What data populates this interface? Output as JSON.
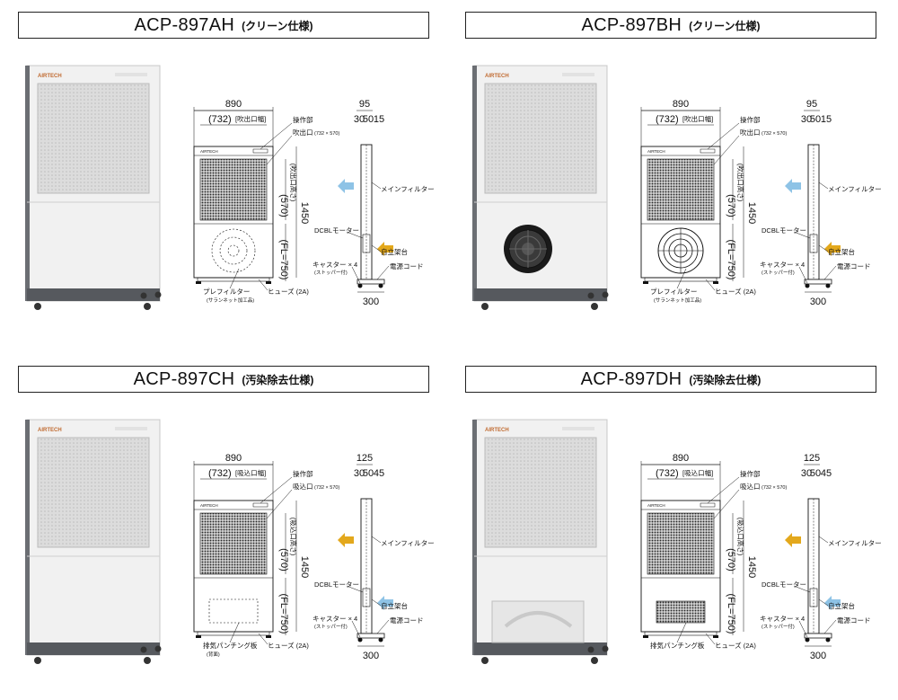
{
  "panels": [
    {
      "model": "ACP-897AH",
      "spec": "(クリーン仕様)",
      "brand": "AIRTECH",
      "variant": "A",
      "width_dim": "890",
      "outlet_dim": "(732)",
      "outlet_label": "[吹出口幅]",
      "control_label": "操作部",
      "port_label": "吹出口",
      "port_size": "(732 × 570)",
      "port_height_label": "(吹出口高さ)",
      "dim_570": "(570)",
      "dim_1450": "1450",
      "dim_fl": "(FL=750)",
      "side_total": "95",
      "side_parts": [
        "30",
        "50",
        "15"
      ],
      "main_filter": "メインフィルター",
      "motor": "DCBLモーター",
      "stand": "自立架台",
      "caster": "キャスター × 4",
      "stopper": "(ストッパー付)",
      "cord": "電源コード",
      "base_dim": "300",
      "bottom_label": "プレフィルター",
      "bottom_sub": "(サランネット加工品)",
      "fuse": "ヒューズ (2A)",
      "arrow_top_color": "#8ec3e6",
      "arrow_bottom_color": "#e3a81c"
    },
    {
      "model": "ACP-897BH",
      "spec": "(クリーン仕様)",
      "brand": "AIRTECH",
      "variant": "B",
      "width_dim": "890",
      "outlet_dim": "(732)",
      "outlet_label": "[吹出口幅]",
      "control_label": "操作部",
      "port_label": "吹出口",
      "port_size": "(732 × 570)",
      "port_height_label": "(吹出口高さ)",
      "dim_570": "(570)",
      "dim_1450": "1450",
      "dim_fl": "(FL=750)",
      "side_total": "95",
      "side_parts": [
        "30",
        "50",
        "15"
      ],
      "main_filter": "メインフィルター",
      "motor": "DCBLモーター",
      "stand": "自立架台",
      "caster": "キャスター × 4",
      "stopper": "(ストッパー付)",
      "cord": "電源コード",
      "base_dim": "300",
      "bottom_label": "プレフィルター",
      "bottom_sub": "(サランネット加工品)",
      "fuse": "ヒューズ (2A)",
      "arrow_top_color": "#8ec3e6",
      "arrow_bottom_color": "#e3a81c"
    },
    {
      "model": "ACP-897CH",
      "spec": "(汚染除去仕様)",
      "brand": "AIRTECH",
      "variant": "C",
      "width_dim": "890",
      "outlet_dim": "(732)",
      "outlet_label": "[吸込口幅]",
      "control_label": "操作部",
      "port_label": "吸込口",
      "port_size": "(732 × 570)",
      "port_height_label": "(吸込口高さ)",
      "dim_570": "(570)",
      "dim_1450": "1450",
      "dim_fl": "(FL=750)",
      "side_total": "125",
      "side_parts": [
        "30",
        "50",
        "45"
      ],
      "main_filter": "メインフィルター",
      "motor": "DCBLモーター",
      "stand": "自立架台",
      "caster": "キャスター × 4",
      "stopper": "(ストッパー付)",
      "cord": "電源コード",
      "base_dim": "300",
      "bottom_label": "排気パンチング板",
      "bottom_sub": "(背面)",
      "fuse": "ヒューズ (2A)",
      "arrow_top_color": "#e3a81c",
      "arrow_bottom_color": "#8ec3e6"
    },
    {
      "model": "ACP-897DH",
      "spec": "(汚染除去仕様)",
      "brand": "AIRTECH",
      "variant": "D",
      "width_dim": "890",
      "outlet_dim": "(732)",
      "outlet_label": "[吸込口幅]",
      "control_label": "操作部",
      "port_label": "吸込口",
      "port_size": "(732 × 570)",
      "port_height_label": "(吸込口高さ)",
      "dim_570": "(570)",
      "dim_1450": "1450",
      "dim_fl": "(FL=750)",
      "side_total": "125",
      "side_parts": [
        "30",
        "50",
        "45"
      ],
      "main_filter": "メインフィルター",
      "motor": "DCBLモーター",
      "stand": "自立架台",
      "caster": "キャスター × 4",
      "stopper": "(ストッパー付)",
      "cord": "電源コード",
      "base_dim": "300",
      "bottom_label": "排気パンチング板",
      "bottom_sub": "",
      "fuse": "ヒューズ (2A)",
      "arrow_top_color": "#e3a81c",
      "arrow_bottom_color": "#8ec3e6"
    }
  ]
}
